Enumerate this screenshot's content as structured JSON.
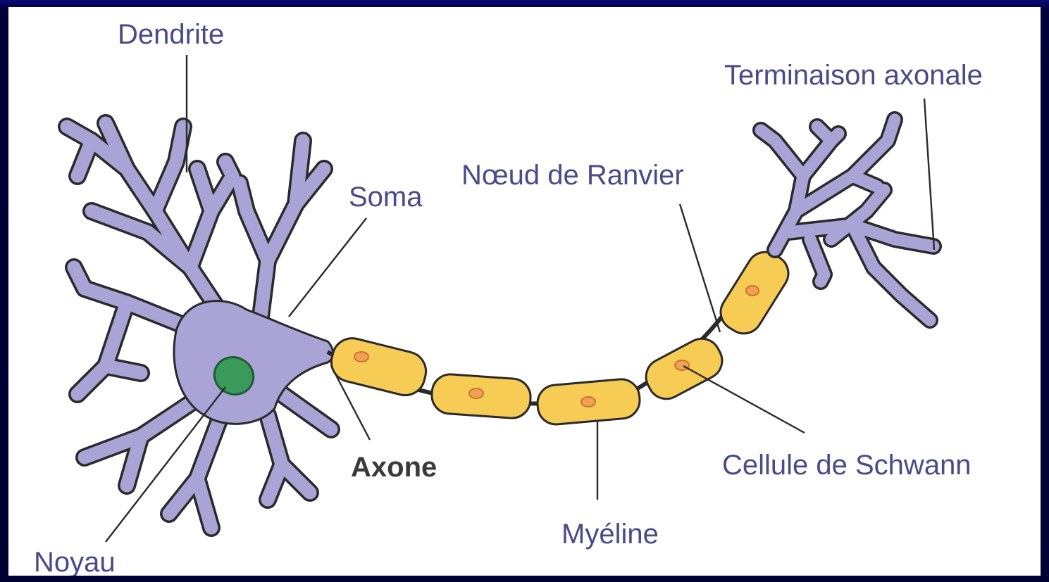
{
  "labels": {
    "dendrite": "Dendrite",
    "soma": "Soma",
    "noeud": "Nœud de Ranvier",
    "terminaison": "Terminaison axonale",
    "axone": "Axone",
    "noyau": "Noyau",
    "myeline": "Myéline",
    "schwann": "Cellule de Schwann"
  },
  "colors": {
    "border": "#00003a",
    "cell_body": "#a9a3d6",
    "nucleus": "#3a9a5a",
    "myelin": "#f7cc55",
    "schwann_nucleus": "#f0a155",
    "label_text": "#4a4a8a"
  }
}
